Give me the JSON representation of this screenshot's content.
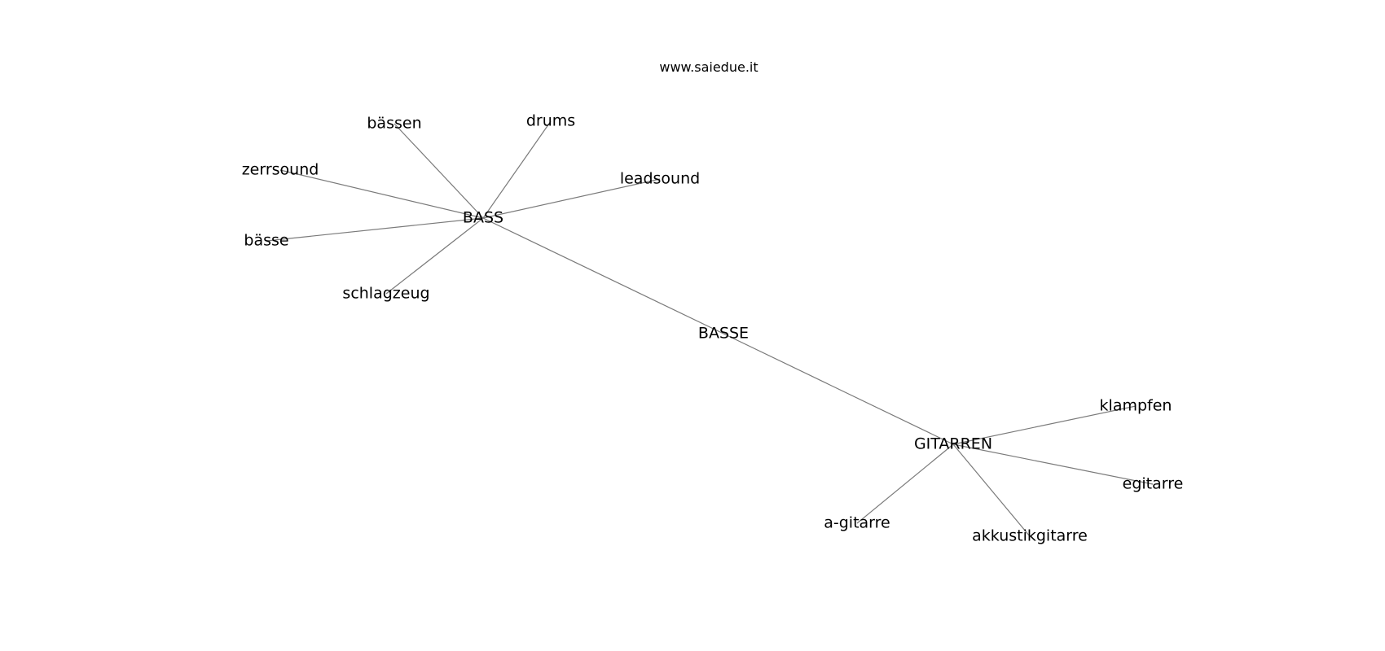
{
  "title": "www.saiedue.it",
  "nodes": [
    {
      "id": "BASS",
      "label": "BASS"
    },
    {
      "id": "BASSE",
      "label": "BASSE"
    },
    {
      "id": "GITARREN",
      "label": "GITARREN"
    },
    {
      "id": "bassen",
      "label": "bässen"
    },
    {
      "id": "drums",
      "label": "drums"
    },
    {
      "id": "zerrsound",
      "label": "zerrsound"
    },
    {
      "id": "leadsound",
      "label": "leadsound"
    },
    {
      "id": "basse_small",
      "label": "bässe"
    },
    {
      "id": "schlagzeug",
      "label": "schlagzeug"
    },
    {
      "id": "klampfen",
      "label": "klampfen"
    },
    {
      "id": "egitarre",
      "label": "egitarre"
    },
    {
      "id": "a-gitarre",
      "label": "a-gitarre"
    },
    {
      "id": "akkustikgitarre",
      "label": "akkustikgitarre"
    }
  ],
  "edges": [
    {
      "from": "BASS",
      "to": "bassen"
    },
    {
      "from": "BASS",
      "to": "drums"
    },
    {
      "from": "BASS",
      "to": "zerrsound"
    },
    {
      "from": "BASS",
      "to": "leadsound"
    },
    {
      "from": "BASS",
      "to": "basse_small"
    },
    {
      "from": "BASS",
      "to": "schlagzeug"
    },
    {
      "from": "BASS",
      "to": "BASSE"
    },
    {
      "from": "BASSE",
      "to": "GITARREN"
    },
    {
      "from": "GITARREN",
      "to": "klampfen"
    },
    {
      "from": "GITARREN",
      "to": "egitarre"
    },
    {
      "from": "GITARREN",
      "to": "a-gitarre"
    },
    {
      "from": "GITARREN",
      "to": "akkustikgitarre"
    }
  ]
}
